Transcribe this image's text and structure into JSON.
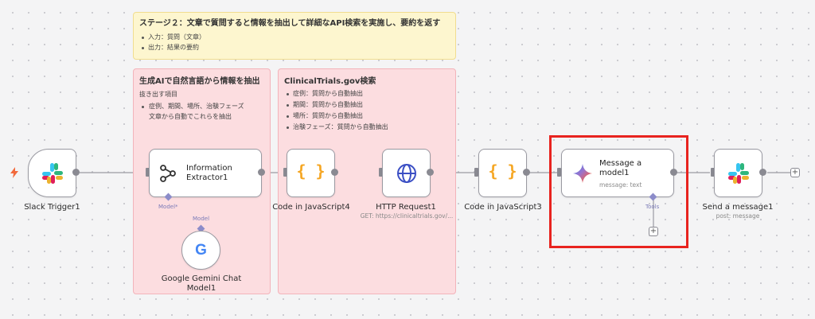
{
  "stage_note": {
    "title": "ステージ２：文章で質問すると情報を抽出して詳細なAPI検索を実施し、要約を返す",
    "items": [
      "入力：質問（文章）",
      "出力：結果の要約"
    ]
  },
  "extract_note": {
    "title": "生成AIで自然言語から情報を抽出",
    "subtitle": "抜き出す項目",
    "item": "症例、期間、場所、治験フェーズ",
    "item_cont": "文章から自動でこれらを抽出"
  },
  "search_note": {
    "title": "ClinicalTrials.gov検索",
    "items": [
      "症例：質問から自動抽出",
      "期間：質問から自動抽出",
      "場所：質問から自動抽出",
      "治験フェーズ：質問から自動抽出"
    ]
  },
  "nodes": {
    "slack_trigger": {
      "label": "Slack Trigger1"
    },
    "info_extractor": {
      "title_line1": "Information",
      "title_line2": "Extractor1",
      "port_label": "Model*"
    },
    "gemini_chat": {
      "label_line1": "Google Gemini Chat",
      "label_line2": "Model1",
      "connector_label": "Model"
    },
    "code_js4": {
      "label": "Code in JavaScript4"
    },
    "http_request": {
      "label": "HTTP Request1",
      "sub": "GET: https://clinicaltrials.gov/..."
    },
    "code_js3": {
      "label": "Code in JavaScript3"
    },
    "message_model": {
      "title_line1": "Message a",
      "title_line2": "model1",
      "sub": "message: text",
      "tools_label": "Tools"
    },
    "send_message": {
      "label": "Send a message1",
      "sub": "post: message"
    }
  },
  "icons": {
    "braces": "{ }",
    "plus": "+",
    "google_g": "G"
  },
  "colors": {
    "highlight": "#e8231f",
    "sticky_yellow": "#fdf6cf",
    "sticky_red": "#fcdde0",
    "code_orange": "#f5a623",
    "http_blue": "#3b4fc4",
    "trigger_orange": "#f26a3d"
  }
}
